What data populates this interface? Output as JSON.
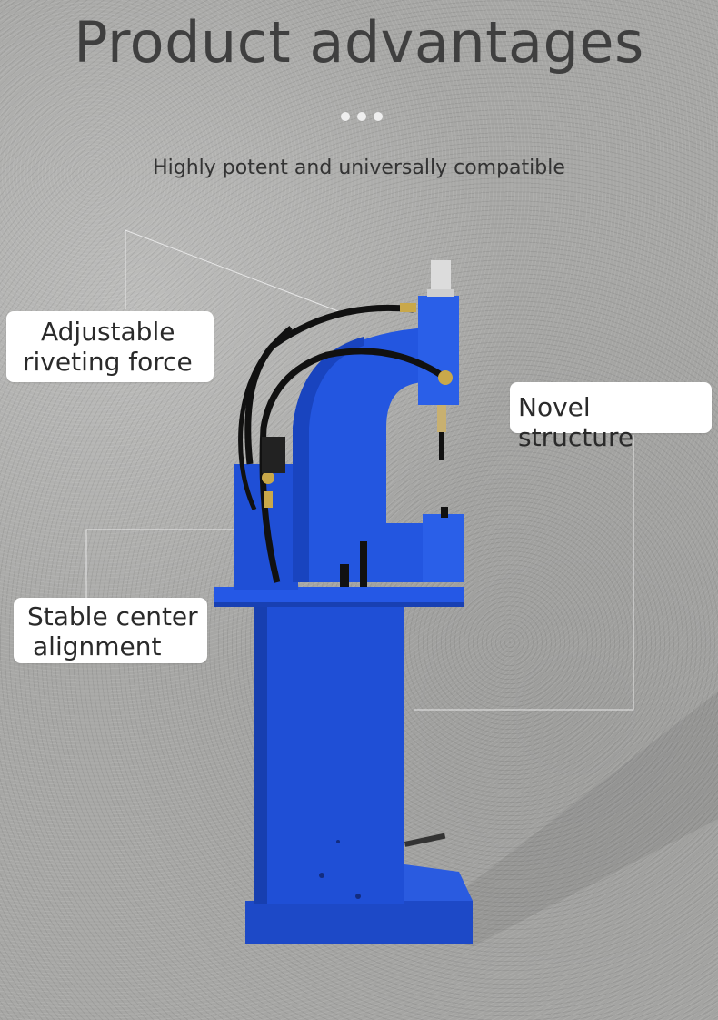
{
  "header": {
    "title": "Product advantages",
    "subtitle": "Highly potent and universally compatible"
  },
  "callouts": {
    "force": {
      "line1": "Adjustable",
      "line2": "riveting force"
    },
    "structure": {
      "line1": "Novel structure"
    },
    "alignment": {
      "line1": "Stable center",
      "line2": "alignment"
    }
  },
  "colors": {
    "machine_blue": "#1f4fd6",
    "background": "#a7a7a5",
    "title": "#3f3f3f"
  }
}
